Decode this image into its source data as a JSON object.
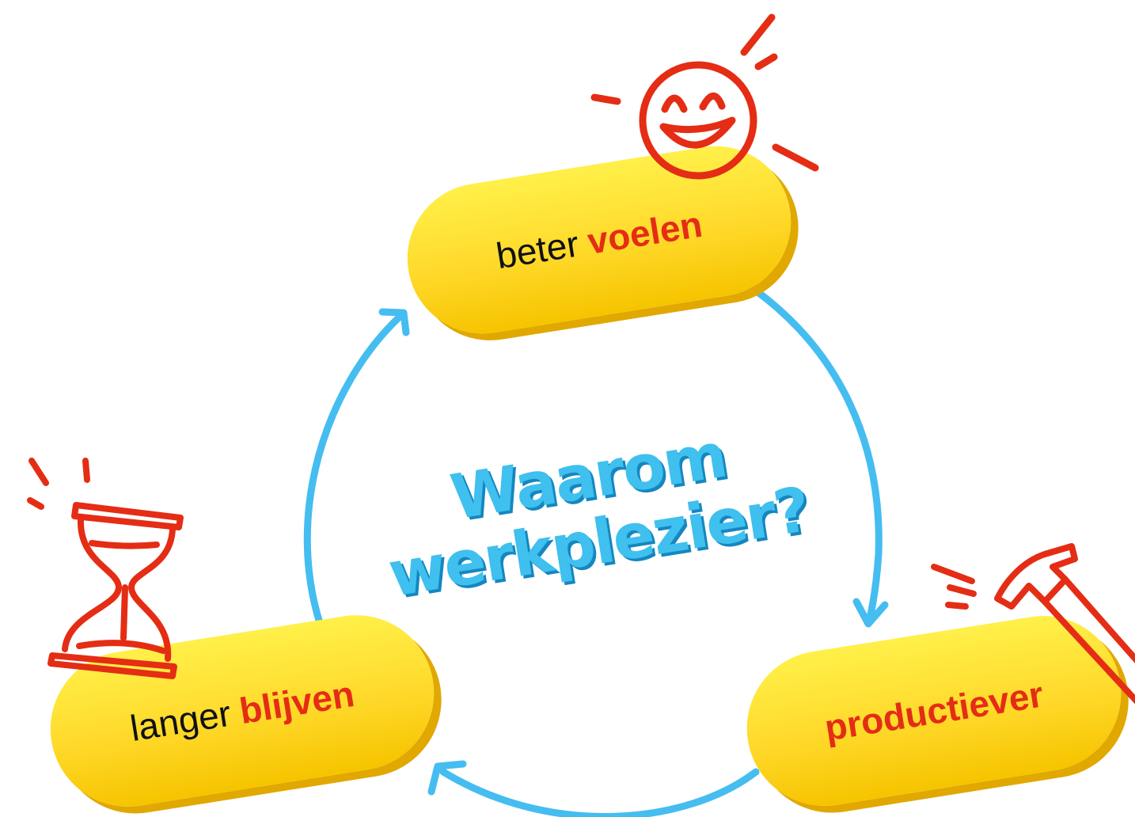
{
  "title": {
    "line1": "Waarom",
    "line2": "werkplezier?"
  },
  "nodes": [
    {
      "plain": "beter",
      "accent": "voelen",
      "icon": "smiley-icon"
    },
    {
      "plain": "",
      "accent": "productiever",
      "icon": "hammer-icon"
    },
    {
      "plain": "langer",
      "accent": "blijven",
      "icon": "hourglass-icon"
    }
  ],
  "colors": {
    "pill": "#ffd92a",
    "accent": "#e42d14",
    "cycle_arrow": "#45bdf0",
    "title": "#3fc0ee",
    "doodle": "#e42d14"
  }
}
